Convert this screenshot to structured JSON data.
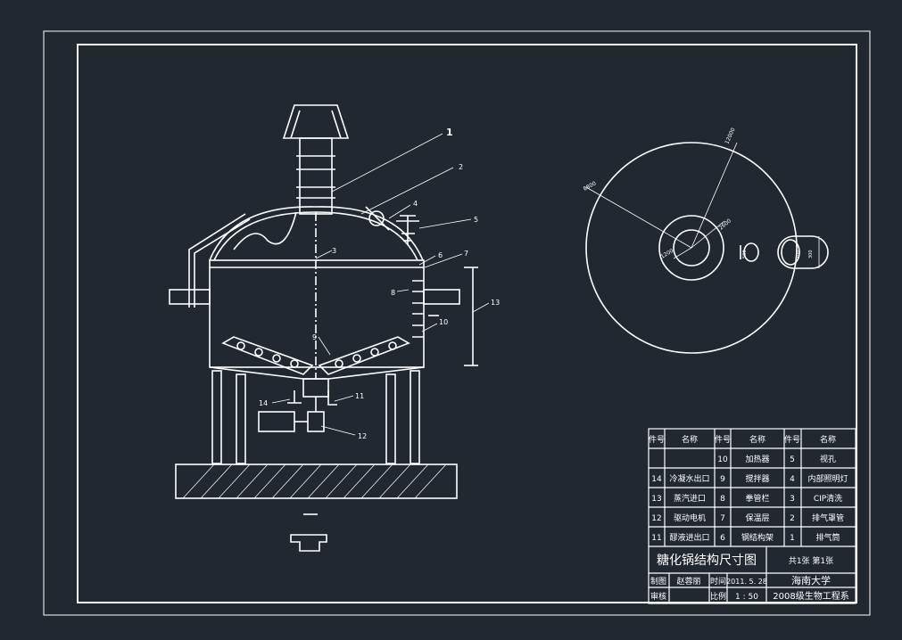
{
  "colors": {
    "background": "#212830",
    "lines": "#ffffff"
  },
  "callouts": [
    "1",
    "2",
    "3",
    "4",
    "5",
    "6",
    "7",
    "8",
    "9",
    "10",
    "11",
    "12",
    "13",
    "14"
  ],
  "plan_dims": [
    "8800",
    "12000",
    "2600",
    "1200",
    "500",
    "300",
    "100",
    "500"
  ],
  "table": {
    "header": [
      "件号",
      "名称",
      "件号",
      "名称",
      "件号",
      "名称"
    ],
    "rows": [
      [
        "",
        "",
        "10",
        "加热器",
        "5",
        "视孔"
      ],
      [
        "14",
        "冷凝水出口",
        "9",
        "搅拌器",
        "4",
        "内部照明灯"
      ],
      [
        "13",
        "蒸汽进口",
        "8",
        "拳管栏",
        "3",
        "CIP清洗"
      ],
      [
        "12",
        "驱动电机",
        "7",
        "保温层",
        "2",
        "排气罩管"
      ],
      [
        "11",
        "醪液进出口",
        "6",
        "钢结构架",
        "1",
        "排气筒"
      ]
    ]
  },
  "title_block": {
    "drawing_title": "糖化锅结构尺寸图",
    "sheet_info": "共1张   第1张",
    "drawn_label": "制图",
    "drawn_by": "赵蓉丽",
    "time_label": "时间",
    "date": "2011. 5. 28",
    "school": "海南大学",
    "check_label": "审核",
    "scale_label": "比例",
    "scale": "1 : 50",
    "department": "2008级生物工程系"
  }
}
